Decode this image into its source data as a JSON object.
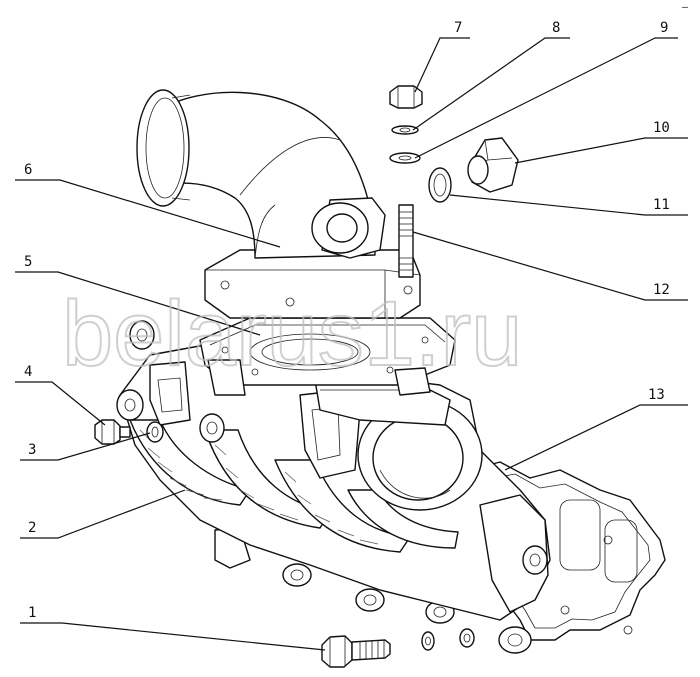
{
  "callouts": [
    {
      "id": "1",
      "label": "1"
    },
    {
      "id": "2",
      "label": "2"
    },
    {
      "id": "3",
      "label": "3"
    },
    {
      "id": "4",
      "label": "4"
    },
    {
      "id": "5",
      "label": "5"
    },
    {
      "id": "6",
      "label": "6"
    },
    {
      "id": "7",
      "label": "7"
    },
    {
      "id": "8",
      "label": "8"
    },
    {
      "id": "9",
      "label": "9"
    },
    {
      "id": "10",
      "label": "10"
    },
    {
      "id": "11",
      "label": "11"
    },
    {
      "id": "12",
      "label": "12"
    },
    {
      "id": "13",
      "label": "13"
    }
  ],
  "watermark": "belarus1.ru",
  "corner_mark": "—",
  "colors": {
    "ink": "#111111",
    "watermark": "#bfbfbf",
    "paper": "#ffffff"
  }
}
